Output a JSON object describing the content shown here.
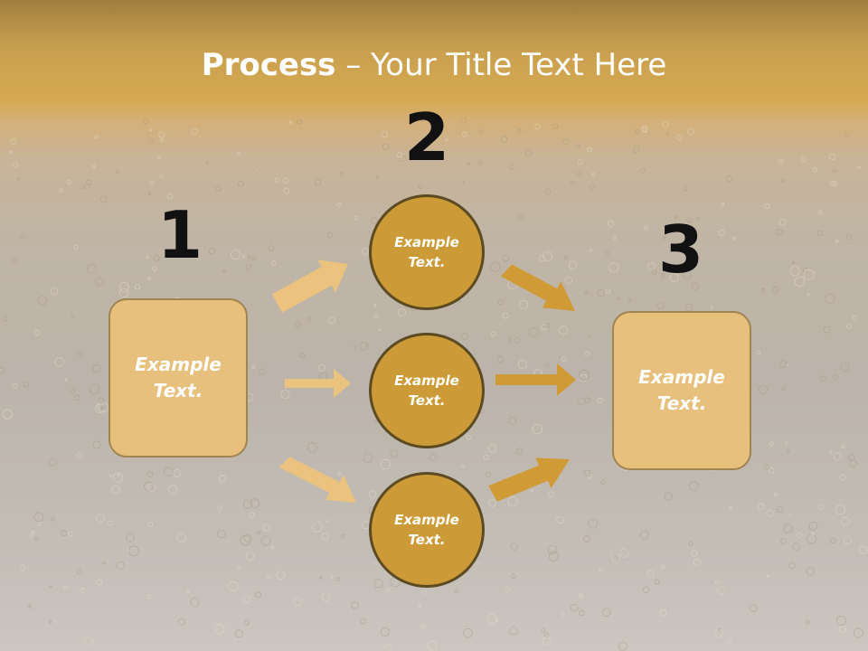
{
  "title": {
    "bold": "Process",
    "rest": " – Your Title Text Here"
  },
  "steps": [
    "1",
    "2",
    "3"
  ],
  "left_box": {
    "label": "Example\nText."
  },
  "right_box": {
    "label": "Example\nText."
  },
  "circles": [
    {
      "label": "Example\nText."
    },
    {
      "label": "Example\nText."
    },
    {
      "label": "Example\nText."
    }
  ],
  "colors": {
    "box_fill": "#e6c07c",
    "circle_fill": "#cc9a36",
    "arrow_light": "#ebc37e",
    "arrow_dark": "#d09a36"
  }
}
